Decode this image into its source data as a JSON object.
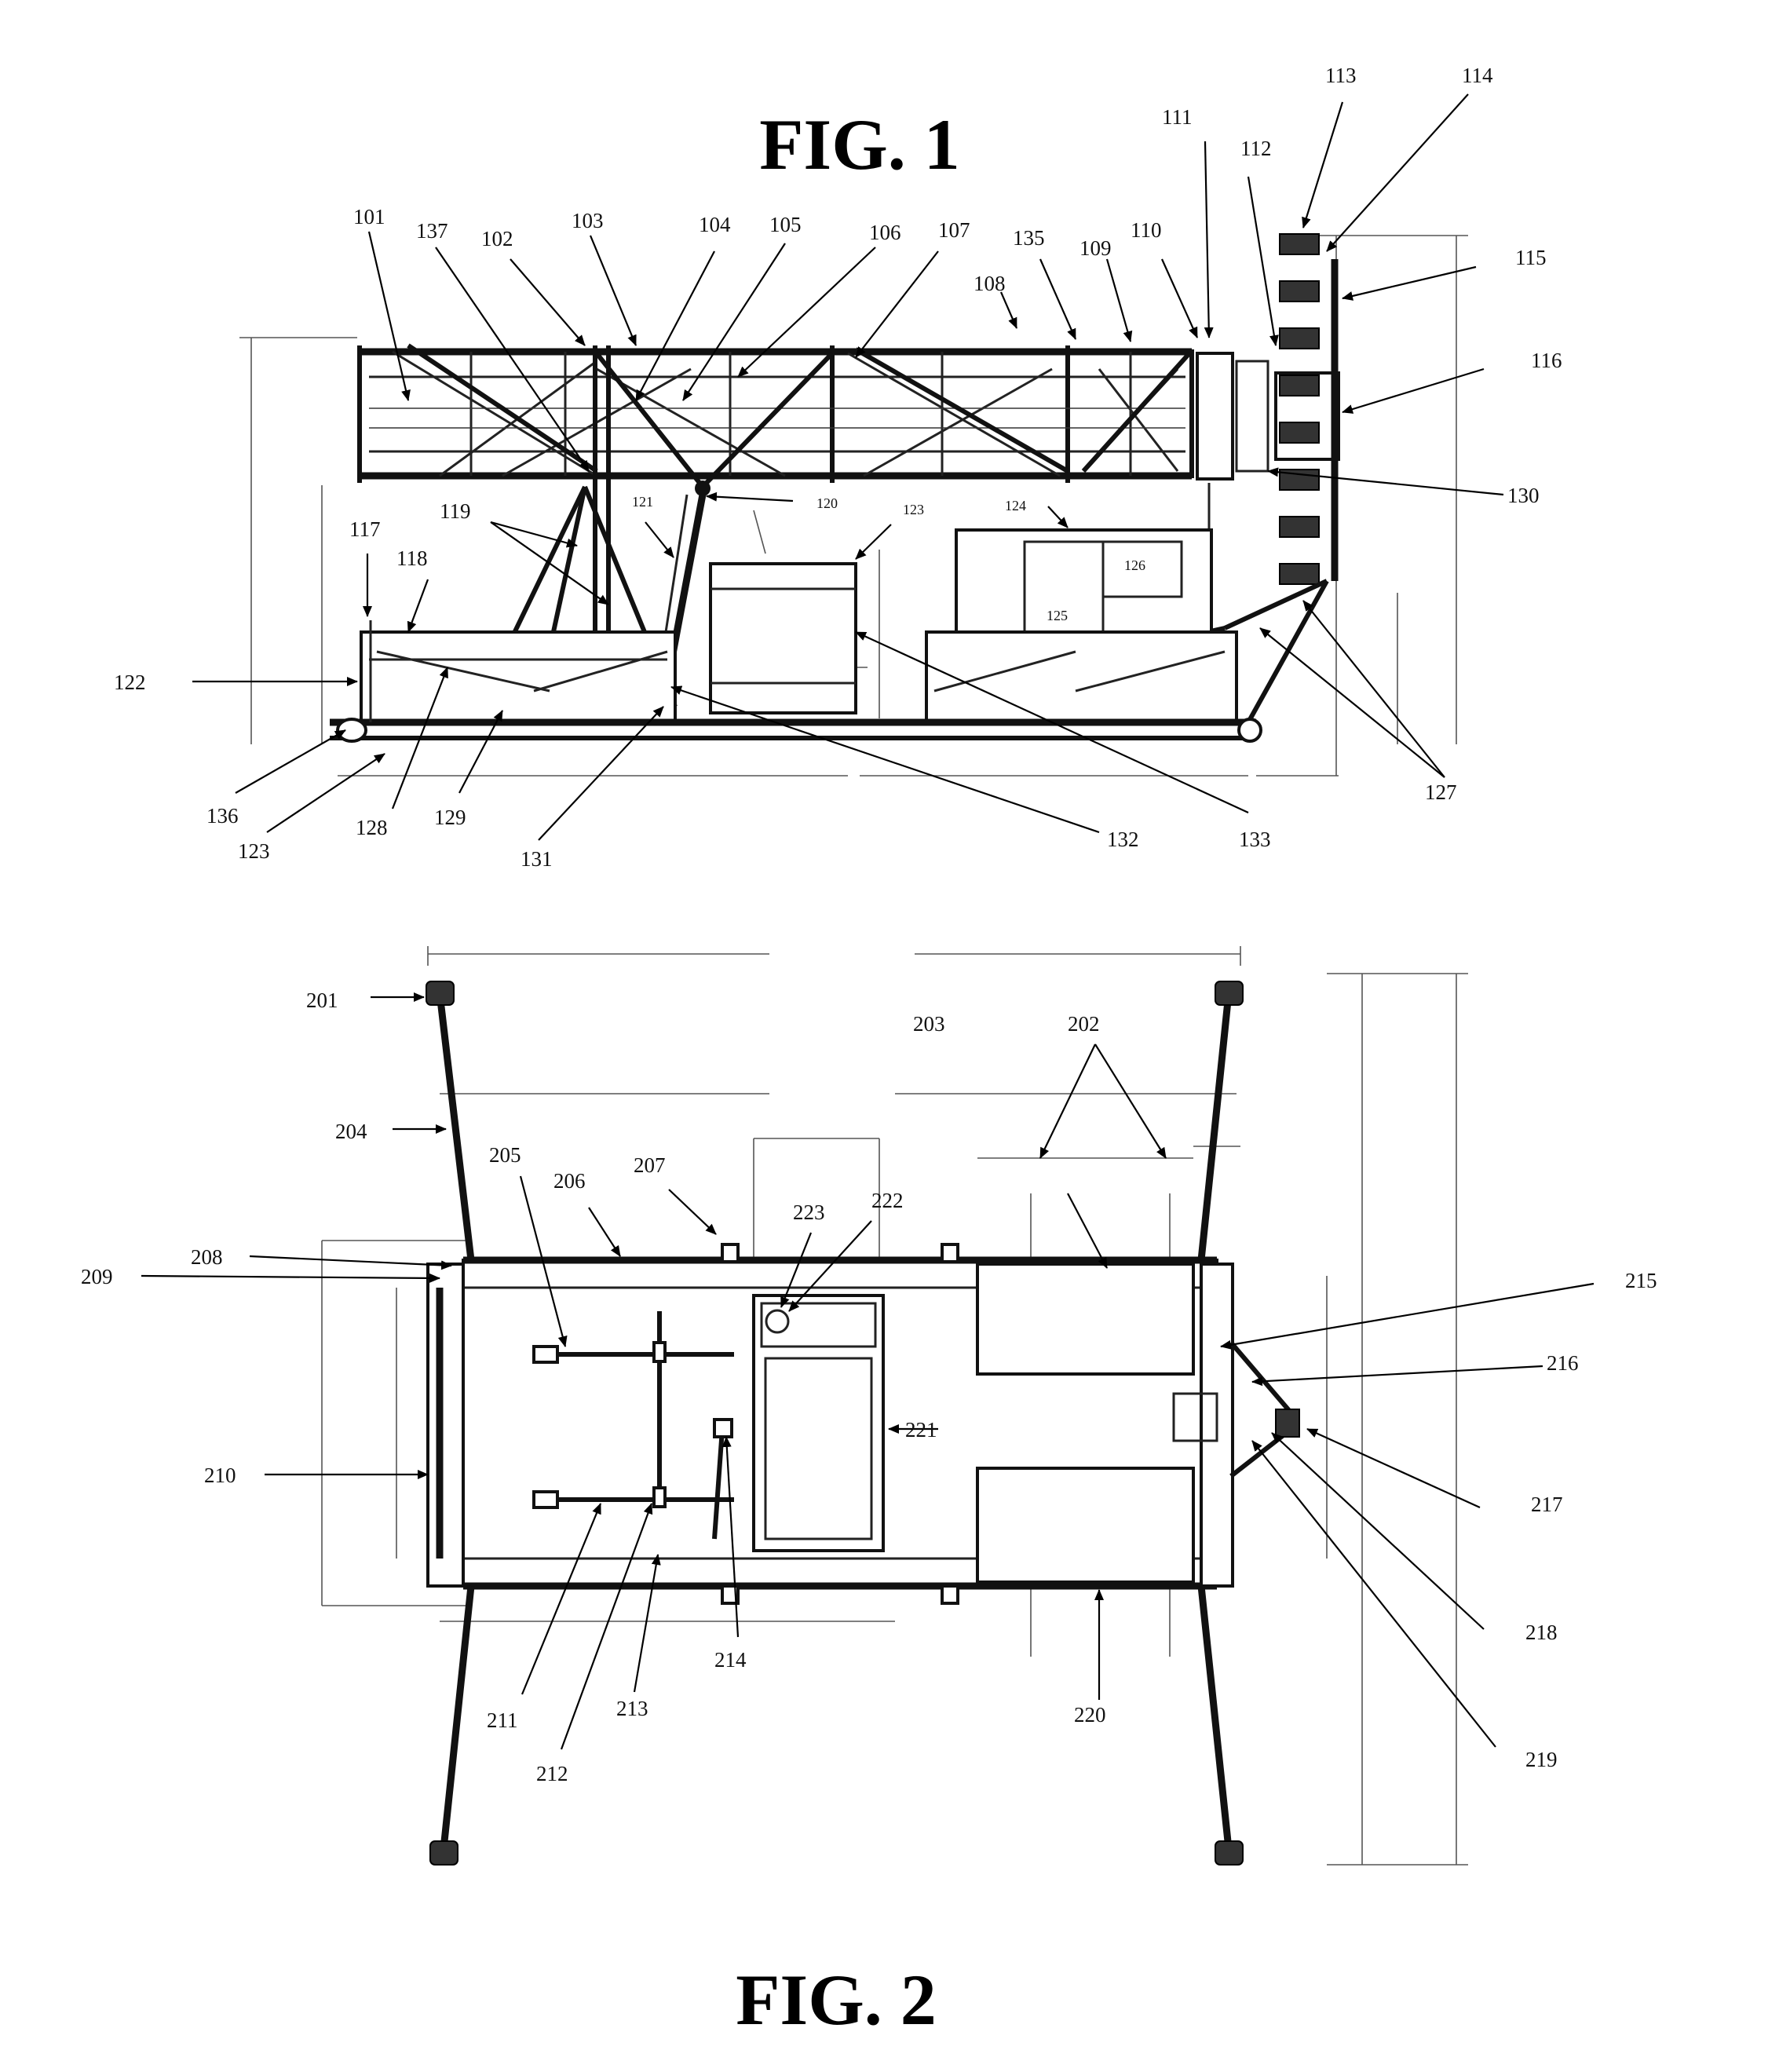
{
  "figures": {
    "fig1_title": "FIG. 1",
    "fig2_title": "FIG. 2"
  },
  "fig1_labels": [
    {
      "id": "101",
      "text": "101"
    },
    {
      "id": "137",
      "text": "137"
    },
    {
      "id": "102",
      "text": "102"
    },
    {
      "id": "103",
      "text": "103"
    },
    {
      "id": "104",
      "text": "104"
    },
    {
      "id": "105",
      "text": "105"
    },
    {
      "id": "106",
      "text": "106"
    },
    {
      "id": "107",
      "text": "107"
    },
    {
      "id": "135",
      "text": "135"
    },
    {
      "id": "108",
      "text": "108"
    },
    {
      "id": "109",
      "text": "109"
    },
    {
      "id": "110",
      "text": "110"
    },
    {
      "id": "111",
      "text": "111"
    },
    {
      "id": "112",
      "text": "112"
    },
    {
      "id": "113",
      "text": "113"
    },
    {
      "id": "114",
      "text": "114"
    },
    {
      "id": "115",
      "text": "115"
    },
    {
      "id": "116",
      "text": "116"
    },
    {
      "id": "130",
      "text": "130"
    },
    {
      "id": "117",
      "text": "117"
    },
    {
      "id": "119",
      "text": "119"
    },
    {
      "id": "118",
      "text": "118"
    },
    {
      "id": "121",
      "text": "121"
    },
    {
      "id": "120",
      "text": "120"
    },
    {
      "id": "123a",
      "text": "123"
    },
    {
      "id": "124",
      "text": "124"
    },
    {
      "id": "126",
      "text": "126"
    },
    {
      "id": "125",
      "text": "125"
    },
    {
      "id": "122",
      "text": "122"
    },
    {
      "id": "127",
      "text": "127"
    },
    {
      "id": "136",
      "text": "136"
    },
    {
      "id": "123b",
      "text": "123"
    },
    {
      "id": "128",
      "text": "128"
    },
    {
      "id": "129",
      "text": "129"
    },
    {
      "id": "131",
      "text": "131"
    },
    {
      "id": "132",
      "text": "132"
    },
    {
      "id": "133",
      "text": "133"
    }
  ],
  "fig2_labels": [
    {
      "id": "201",
      "text": "201"
    },
    {
      "id": "204",
      "text": "204"
    },
    {
      "id": "205",
      "text": "205"
    },
    {
      "id": "206",
      "text": "206"
    },
    {
      "id": "207",
      "text": "207"
    },
    {
      "id": "208",
      "text": "208"
    },
    {
      "id": "209",
      "text": "209"
    },
    {
      "id": "210",
      "text": "210"
    },
    {
      "id": "223",
      "text": "223"
    },
    {
      "id": "222",
      "text": "222"
    },
    {
      "id": "203",
      "text": "203"
    },
    {
      "id": "202",
      "text": "202"
    },
    {
      "id": "221",
      "text": "221"
    },
    {
      "id": "215",
      "text": "215"
    },
    {
      "id": "216",
      "text": "216"
    },
    {
      "id": "217",
      "text": "217"
    },
    {
      "id": "218",
      "text": "218"
    },
    {
      "id": "219",
      "text": "219"
    },
    {
      "id": "220",
      "text": "220"
    },
    {
      "id": "211",
      "text": "211"
    },
    {
      "id": "212",
      "text": "212"
    },
    {
      "id": "213",
      "text": "213"
    },
    {
      "id": "214",
      "text": "214"
    }
  ]
}
